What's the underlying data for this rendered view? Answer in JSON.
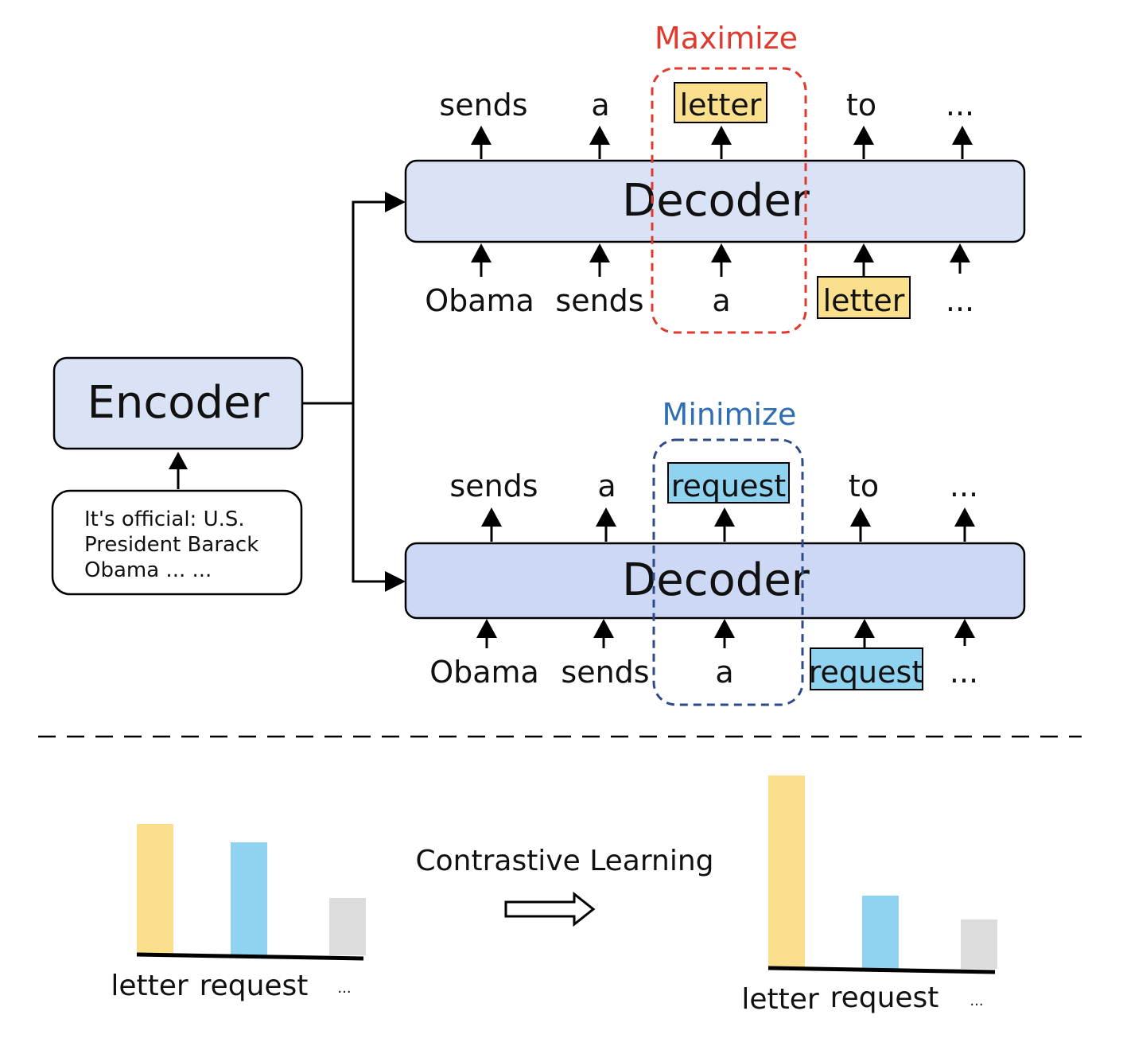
{
  "encoder": {
    "label": "Encoder",
    "input_lines": [
      "It's official: U.S.",
      "President Barack",
      "Obama ... ..."
    ]
  },
  "decoder_top": {
    "label": "Decoder",
    "objective": "Maximize",
    "outputs": [
      "sends",
      "a",
      "letter",
      "to",
      "..."
    ],
    "inputs": [
      "Obama",
      "sends",
      "a",
      "letter",
      "..."
    ]
  },
  "decoder_bottom": {
    "label": "Decoder",
    "objective": "Minimize",
    "outputs": [
      "sends",
      "a",
      "request",
      "to",
      "..."
    ],
    "inputs": [
      "Obama",
      "sends",
      "a",
      "request",
      "..."
    ]
  },
  "contrastive": {
    "label": "Contrastive Learning",
    "before": {
      "categories": [
        "letter",
        "request",
        "..."
      ],
      "values": [
        165,
        142,
        72
      ]
    },
    "after": {
      "categories": [
        "letter",
        "request",
        "..."
      ],
      "values": [
        243,
        92,
        62
      ]
    }
  },
  "colors": {
    "positive": "#fae08c",
    "negative": "#8fd3f1",
    "other": "#dcdcdc",
    "maximize": "#e03a2f",
    "minimize": "#2f6db5",
    "decoder_top_fill": "#dae3f5",
    "decoder_bottom_fill": "#cdd9f4",
    "encoder_fill": "#d9e3f5"
  }
}
